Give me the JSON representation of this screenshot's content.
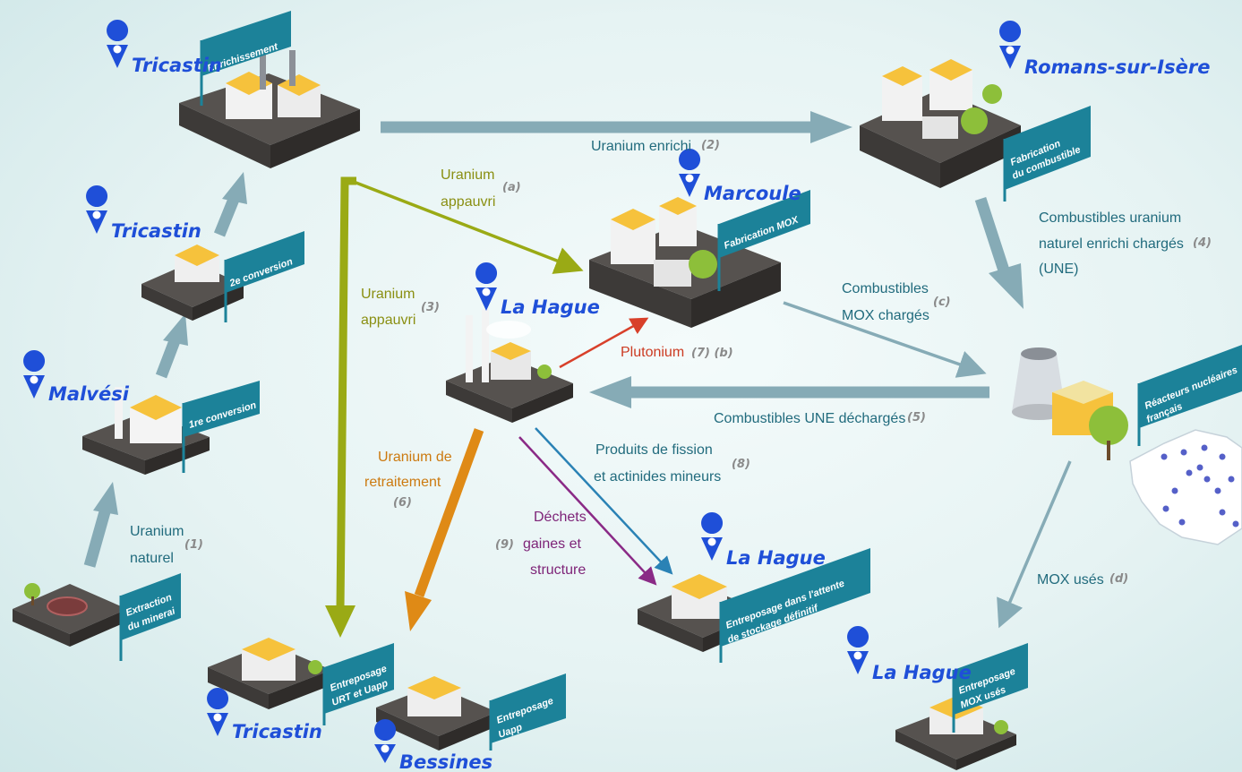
{
  "sites": {
    "tricastin_enrich": {
      "name": "Tricastin",
      "flag": [
        "Enrichissement"
      ]
    },
    "tricastin_conv": {
      "name": "Tricastin",
      "flag": [
        "2e conversion"
      ]
    },
    "malvesi": {
      "name": "Malvési",
      "flag": [
        "1re conversion"
      ]
    },
    "extraction": {
      "flag": [
        "Extraction",
        "du minerai"
      ]
    },
    "romans": {
      "name": "Romans-sur-Isère",
      "flag": [
        "Fabrication",
        "du combustible"
      ]
    },
    "marcoule": {
      "name": "Marcoule",
      "flag": [
        "Fabrication MOX"
      ]
    },
    "lahague_proc": {
      "name": "La Hague"
    },
    "reacteurs": {
      "flag": [
        "Réacteurs nucléaires",
        "français"
      ]
    },
    "tricastin_storage": {
      "name": "Tricastin",
      "flag": [
        "Entreposage",
        "URT et Uapp"
      ]
    },
    "bessines": {
      "name": "Bessines",
      "flag": [
        "Entreposage",
        "Uapp"
      ]
    },
    "lahague_storage": {
      "name": "La Hague",
      "flag": [
        "Entreposage dans l'attente",
        "de stockage définitif"
      ]
    },
    "lahague_mox": {
      "name": "La Hague",
      "flag": [
        "Entreposage",
        "MOX usés"
      ]
    }
  },
  "flows": {
    "uranium_naturel": {
      "lines": [
        "Uranium",
        "naturel"
      ],
      "ref": "(1)"
    },
    "uranium_enrichi": {
      "lines": [
        "Uranium enrichi"
      ],
      "ref": "(2)"
    },
    "uranium_appauvri_a": {
      "lines": [
        "Uranium",
        "appauvri"
      ],
      "ref": "(a)"
    },
    "uranium_appauvri_3": {
      "lines": [
        "Uranium",
        "appauvri"
      ],
      "ref": "(3)"
    },
    "combustibles_une": {
      "lines": [
        "Combustibles uranium",
        "naturel enrichi chargés",
        "(UNE)"
      ],
      "ref": "(4)"
    },
    "mox_charges": {
      "lines": [
        "Combustibles",
        "MOX chargés"
      ],
      "ref": "(c)"
    },
    "plutonium": {
      "lines": [
        "Plutonium"
      ],
      "ref": "(7) (b)"
    },
    "une_decharges": {
      "lines": [
        "Combustibles UNE déchargés"
      ],
      "ref": "(5)"
    },
    "uranium_retraitement": {
      "lines": [
        "Uranium de",
        "retraitement"
      ],
      "ref": "(6)"
    },
    "produits_fission": {
      "lines": [
        "Produits de fission",
        "et actinides mineurs"
      ],
      "ref": "(8)"
    },
    "dechets": {
      "lines": [
        "Déchets",
        "gaines et",
        "structure"
      ],
      "ref": "(9)"
    },
    "mox_uses": {
      "lines": [
        "MOX usés"
      ],
      "ref": "(d)"
    }
  },
  "colors": {
    "steel_arrow": "#86abb6",
    "green_arrow": "#9aaa15",
    "orange_arrow": "#df8a16",
    "red_arrow": "#d8402a",
    "purple_arrow": "#8a2a86",
    "blue_arrow": "#2a82b5",
    "flag": "#1c8299",
    "pin": "#1f4fd8",
    "teal_text": "#216b7d",
    "olive_text": "#8a8f12",
    "orange_text": "#cc7a10",
    "red_text": "#cc3b22",
    "purple_text": "#7e2478"
  }
}
